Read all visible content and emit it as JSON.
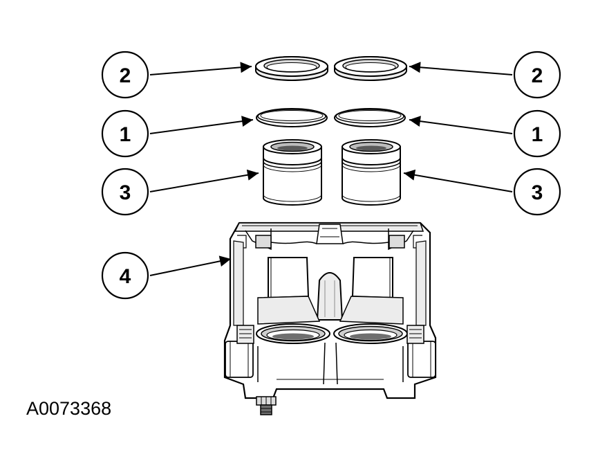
{
  "figure_id": "A0073368",
  "callouts": [
    {
      "id": "c2-left",
      "number": "2",
      "part": "seal-boot"
    },
    {
      "id": "c2-right",
      "number": "2",
      "part": "seal-boot"
    },
    {
      "id": "c1-left",
      "number": "1",
      "part": "piston-seal"
    },
    {
      "id": "c1-right",
      "number": "1",
      "part": "piston-seal"
    },
    {
      "id": "c3-left",
      "number": "3",
      "part": "piston"
    },
    {
      "id": "c3-right",
      "number": "3",
      "part": "piston"
    },
    {
      "id": "c4-left",
      "number": "4",
      "part": "caliper-housing"
    }
  ],
  "colors": {
    "line": "#000000",
    "part_fill": "#ffffff",
    "shade_light": "#ececec",
    "shade_mid": "#cfcfcf",
    "shade_dark": "#6f6f6f"
  }
}
